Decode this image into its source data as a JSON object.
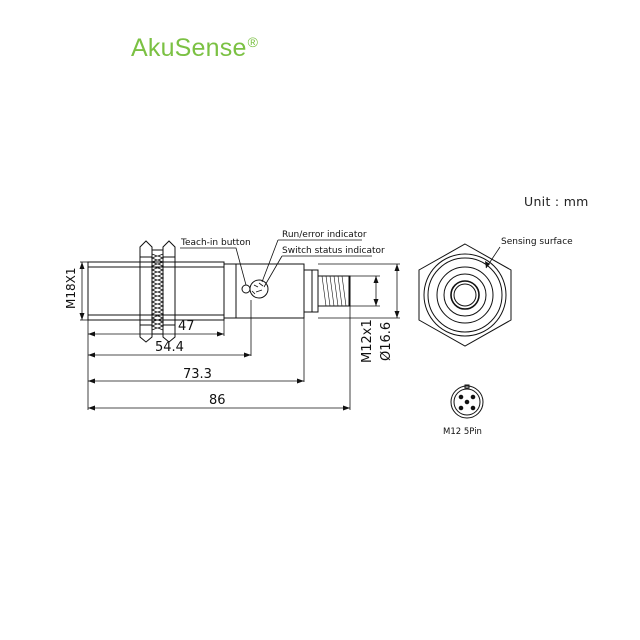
{
  "brand": {
    "name": "AkuSense",
    "mark": "®",
    "color": "#7bc143"
  },
  "unit_label": "Unit : mm",
  "callouts": {
    "teach_in": "Teach-in button",
    "run_error": "Run/error indicator",
    "switch_status": "Switch status indicator",
    "sensing_surface": "Sensing surface",
    "connector": "M12 5Pin"
  },
  "dimensions": {
    "thread_main": "M18X1",
    "thread_connector": "M12x1",
    "diameter": "Ø16.6",
    "len_47": "47",
    "len_54_4": "54.4",
    "len_73_3": "73.3",
    "len_86": "86"
  }
}
